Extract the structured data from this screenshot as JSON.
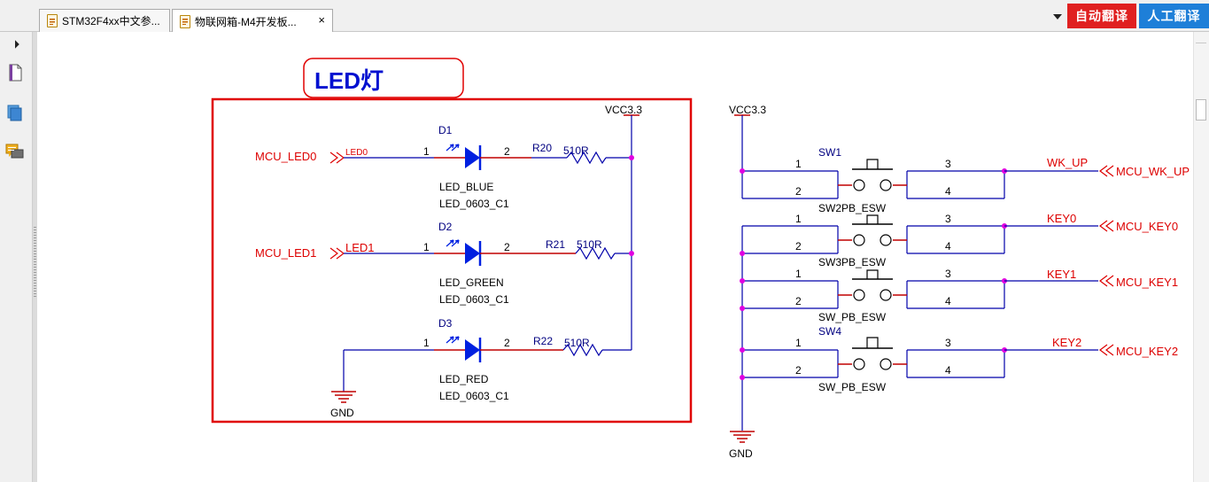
{
  "tabs": [
    {
      "title": "STM32F4xx中文参...",
      "active": false
    },
    {
      "title": "物联网箱-M4开发板...",
      "active": true,
      "close": "×"
    }
  ],
  "toolbar": {
    "auto_translate": "自动翻译",
    "manual_translate": "人工翻译"
  },
  "sidebar": {
    "icons": [
      "expand-arrow-icon",
      "page-icon",
      "layers-icon",
      "comment-icon"
    ]
  },
  "schematic": {
    "title": "LED灯",
    "leds": {
      "vcc": "VCC3.3",
      "gnd": "GND",
      "rows": [
        {
          "net": "MCU_LED0",
          "wire": "LED0",
          "ref": "D1",
          "pin1": "1",
          "pin2": "2",
          "res": "R20",
          "resval": "510R",
          "name": "LED_BLUE",
          "footprint": "LED_0603_C1"
        },
        {
          "net": "MCU_LED1",
          "wire": "LED1",
          "ref": "D2",
          "pin1": "1",
          "pin2": "2",
          "res": "R21",
          "resval": "510R",
          "name": "LED_GREEN",
          "footprint": "LED_0603_C1"
        },
        {
          "net": "",
          "wire": "",
          "ref": "D3",
          "pin1": "1",
          "pin2": "2",
          "res": "R22",
          "resval": "510R",
          "name": "LED_RED",
          "footprint": "LED_0603_C1"
        }
      ]
    },
    "keys": {
      "vcc": "VCC3.3",
      "gnd": "GND",
      "switches": [
        {
          "ref": "SW1",
          "p1": "1",
          "p2": "2",
          "p3": "3",
          "p4": "4",
          "net": "WK_UP",
          "mcu": "MCU_WK_UP",
          "below": "SW2PB_ESW"
        },
        {
          "ref": "",
          "p1": "1",
          "p2": "2",
          "p3": "3",
          "p4": "4",
          "net": "KEY0",
          "mcu": "MCU_KEY0",
          "below": "SW3PB_ESW"
        },
        {
          "ref": "",
          "p1": "1",
          "p2": "2",
          "p3": "3",
          "p4": "4",
          "net": "KEY1",
          "mcu": "MCU_KEY1",
          "below": "SW_PB_ESW"
        },
        {
          "ref": "SW4",
          "p1": "1",
          "p2": "2",
          "p3": "3",
          "p4": "4",
          "net": "KEY2",
          "mcu": "MCU_KEY2",
          "below": "SW_PB_ESW"
        }
      ]
    }
  },
  "colors": {
    "wire": "#0000aa",
    "label_red": "#dd0000",
    "wire_red": "#c00000",
    "junction": "#e000e0",
    "frame": "#e00000",
    "led": "#0020e0",
    "title": "#0010d0"
  }
}
